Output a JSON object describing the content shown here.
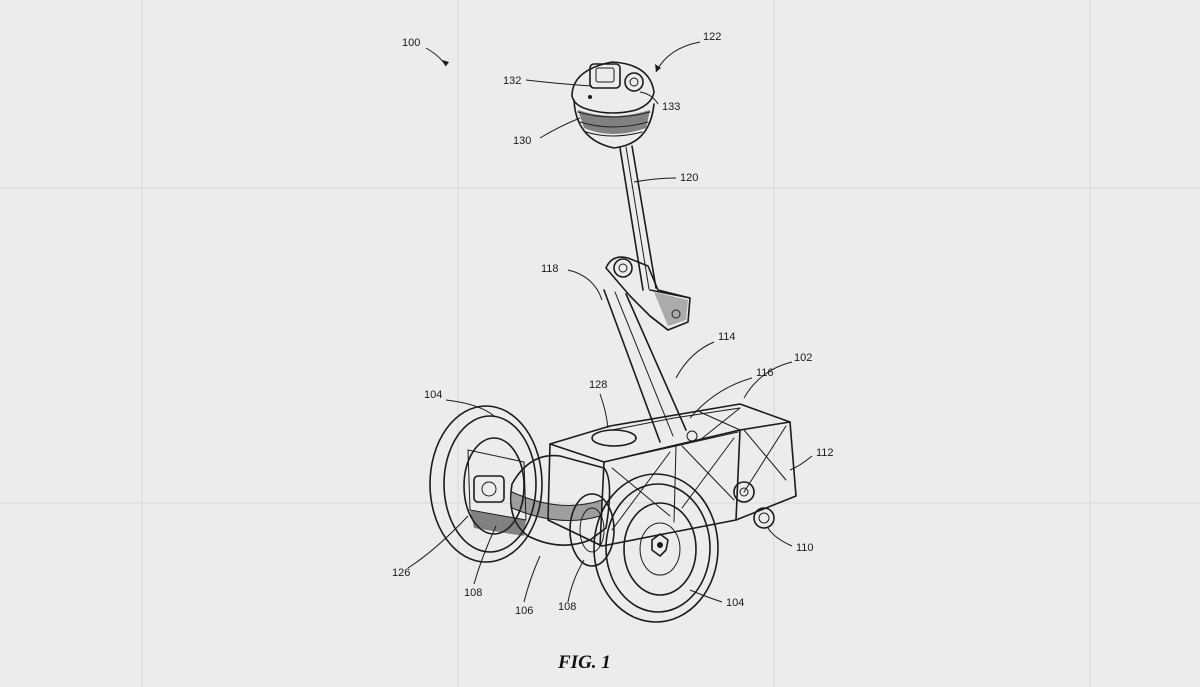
{
  "figure": {
    "caption": "FIG. 1",
    "reference_numerals": {
      "r100": "100",
      "r122": "122",
      "r132": "132",
      "r133": "133",
      "r130": "130",
      "r120": "120",
      "r118": "118",
      "r114": "114",
      "r102": "102",
      "r116": "116",
      "r128": "128",
      "r104_left": "104",
      "r112": "112",
      "r110": "110",
      "r126": "126",
      "r108_left": "108",
      "r106": "106",
      "r108_right": "108",
      "r104_right": "104"
    }
  },
  "colors": {
    "background": "#ececec",
    "grid": "#d9d9d9",
    "ink": "#1b1b1b"
  }
}
